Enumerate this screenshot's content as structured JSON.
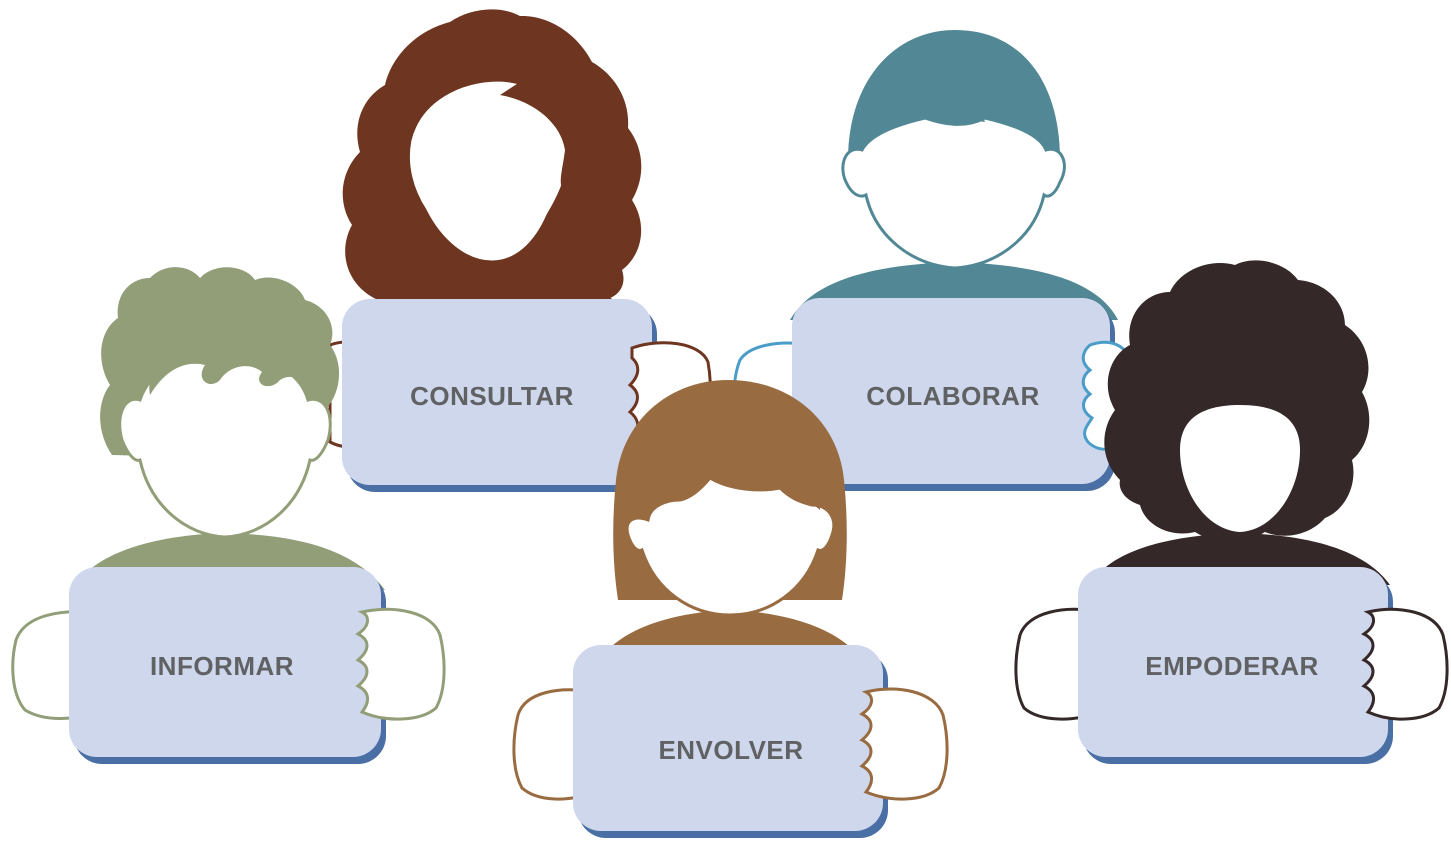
{
  "figures": [
    {
      "id": "consultar",
      "label": "CONSULTAR",
      "hair_color": "#6e3620"
    },
    {
      "id": "colaborar",
      "label": "COLABORAR",
      "hair_color": "#528895",
      "hand_outline": "#4a9cc9"
    },
    {
      "id": "informar",
      "label": "INFORMAR",
      "hair_color": "#919e78"
    },
    {
      "id": "envolver",
      "label": "ENVOLVER",
      "hair_color": "#996b40"
    },
    {
      "id": "empoderar",
      "label": "EMPODERAR",
      "hair_color": "#352828"
    }
  ],
  "colors": {
    "sign_fill": "#cfd7ec",
    "sign_shadow": "#4a6fa5",
    "label_text": "#5f6163",
    "face": "#ffffff"
  }
}
